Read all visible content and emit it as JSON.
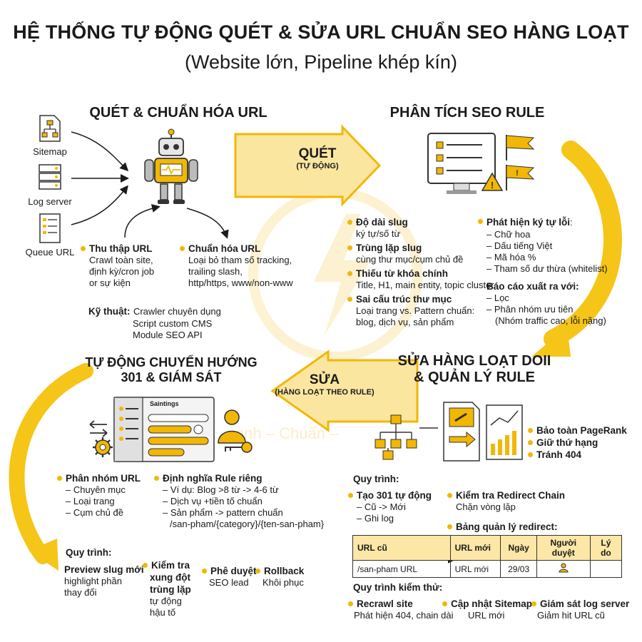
{
  "title": "HỆ THỐNG TỰ ĐỘNG QUÉT & SỬA URL CHUẨN SEO HÀNG LOẠT",
  "subtitle": "(Website lớn, Pipeline khép kín)",
  "colors": {
    "accent": "#f2b705",
    "accent_light": "#fde08a",
    "ink": "#1a1a1a",
    "gray": "#9a9a9a"
  },
  "icons": [
    "sitemap-icon",
    "server-icon",
    "queue-icon",
    "robot-icon",
    "monitor-checklist-icon",
    "flag-icon",
    "warning-icon",
    "tree-icon",
    "link-document-icon",
    "chart-icon",
    "settings-panel-icon",
    "gear-icon",
    "user-icon",
    "key-icon"
  ],
  "scan": {
    "heading": "QUÉT & CHUẨN HÓA URL",
    "sources": [
      "Sitemap",
      "Log server",
      "Queue URL"
    ],
    "collect": {
      "title": "Thu thập URL",
      "lines": [
        "Crawl toàn site,",
        "định kỳ/cron job",
        "or sự kiện"
      ]
    },
    "normalize": {
      "title": "Chuẩn hóa URL",
      "lines": [
        "Loại bỏ tham số tracking,",
        "trailing slash,",
        "http/https, www/non-www"
      ]
    },
    "tech": {
      "label": "Kỹ thuật:",
      "lines": [
        "Crawler chuyên dụng",
        "Script custom CMS",
        "Module SEO API"
      ]
    }
  },
  "arrow_scan": {
    "label": "QUÉT",
    "sub": "(TỰ ĐỘNG)"
  },
  "analysis": {
    "heading": "PHÂN TÍCH SEO RULE",
    "checks": [
      {
        "title": "Độ dài slug",
        "desc": [
          "ký tự/số từ"
        ]
      },
      {
        "title": "Trùng lặp slug",
        "desc": [
          "cùng thư mục/cụm chủ đề"
        ]
      },
      {
        "title": "Thiếu từ khóa chính",
        "desc": [
          "Title, H1, main entity, topic cluster"
        ]
      },
      {
        "title": "Sai cấu trúc thư mục",
        "desc": [
          "Loại trang vs. Pattern chuẩn:",
          "blog, dịch vụ, sản phẩm"
        ]
      }
    ],
    "errors": {
      "title": "Phát hiện ký tự lỗi",
      "suffix": ":",
      "items": [
        "Chữ hoa",
        "Dấu tiếng Việt",
        "Mã hóa %",
        "Tham số dư thừa (whitelist)"
      ]
    },
    "report": {
      "title": "Báo cáo xuất ra với:",
      "items": [
        "Lọc",
        "Phân nhóm ưu tiên"
      ],
      "note": "(Nhóm traffic cao, lỗi nặng)"
    }
  },
  "bulk": {
    "heading_line1": "SỬA HÀNG LOẠT DOII",
    "heading_line2": "& QUẢN LÝ RULE",
    "benefits": [
      "Bảo toàn PageRank",
      "Giữ thứ hạng",
      "Tránh 404"
    ],
    "process_label": "Quy trình:",
    "create301": {
      "title": "Tạo 301 tự động",
      "items": [
        "Cũ -> Mới",
        "Ghi log"
      ]
    },
    "chain": {
      "title": "Kiểm tra Redirect Chain",
      "desc": "Chặn vòng lặp"
    },
    "table_title": "Bảng quản lý redirect:",
    "table": {
      "headers": [
        "URL cũ",
        "URL mới",
        "Ngày",
        "Người duyệt",
        "Lý do"
      ],
      "row": [
        "/san-pham URL",
        "URL mới",
        "29/03",
        "",
        ""
      ]
    },
    "test_label": "Quy trình kiểm thử:",
    "tests": [
      {
        "title": "Recrawl site",
        "desc": "Phát hiện 404, chain dài"
      },
      {
        "title": "Cập nhật Sitemap",
        "desc": "URL mới"
      },
      {
        "title": "Giám sát log server",
        "desc": "Giảm hit URL cũ"
      }
    ]
  },
  "arrow_fix": {
    "label": "SỬA",
    "sub": "(HÀNG LOẠT THEO RULE)"
  },
  "redirect": {
    "heading_line1": "TỰ ĐỘNG CHUYỂN HƯỚNG",
    "heading_line2": "301 & GIÁM SÁT",
    "panel_title": "Saintings",
    "group": {
      "title": "Phân nhóm URL",
      "items": [
        "Chuyên mục",
        "Loại trang",
        "Cụm chủ đề"
      ]
    },
    "rules": {
      "title": "Định nghĩa Rule riêng",
      "items": [
        "Ví dụ: Blog >8 từ -> 4-6 từ",
        "Dịch vụ +tiền tố chuẩn",
        "Sản phẩm -> pattern chuẩn"
      ],
      "extra": "/san-pham/{category}/{ten-san-pham}"
    },
    "process_label": "Quy trình:",
    "steps": [
      {
        "title": "Preview slug mới",
        "desc": [
          "highlight phần",
          "thay đổi"
        ]
      },
      {
        "title_lines": [
          "Kiểm tra",
          "xung đột",
          "trùng lặp"
        ],
        "desc": [
          "tự động",
          "hậu tố"
        ]
      },
      {
        "title": "Phê duyệt",
        "desc": [
          "SEO lead"
        ]
      },
      {
        "title": "Rollback",
        "desc": [
          "Khôi phục"
        ]
      }
    ]
  },
  "watermark": {
    "text": "anh – Chuẩn –"
  }
}
